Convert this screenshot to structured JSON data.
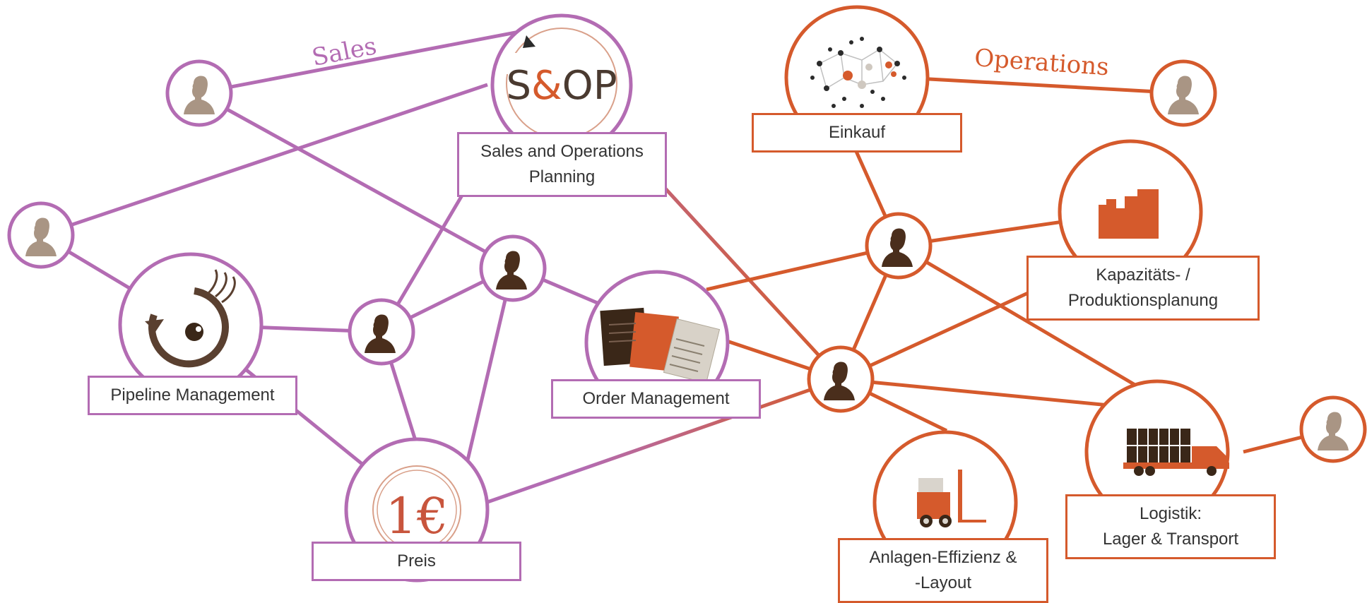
{
  "titles": {
    "sales": "Sales",
    "operations": "Operations"
  },
  "colors": {
    "sales": "#b36cb3",
    "operations": "#d55a2c",
    "person_dark": "#4a2e1c",
    "person_light": "#a99584"
  },
  "labels": {
    "sop": [
      "Sales and Operations",
      "Planning"
    ],
    "sop_logo_text": "S&OP",
    "pipeline": "Pipeline Management",
    "preis": "Preis",
    "preis_logo_text": "1€",
    "order": "Order Management",
    "einkauf": "Einkauf",
    "kapazitaet": [
      "Kapazitäts- /",
      "Produktionsplanung"
    ],
    "logistik": [
      "Logistik:",
      "Lager & Transport"
    ],
    "anlagen": [
      "Anlagen-Effizienz &",
      "-Layout"
    ]
  }
}
